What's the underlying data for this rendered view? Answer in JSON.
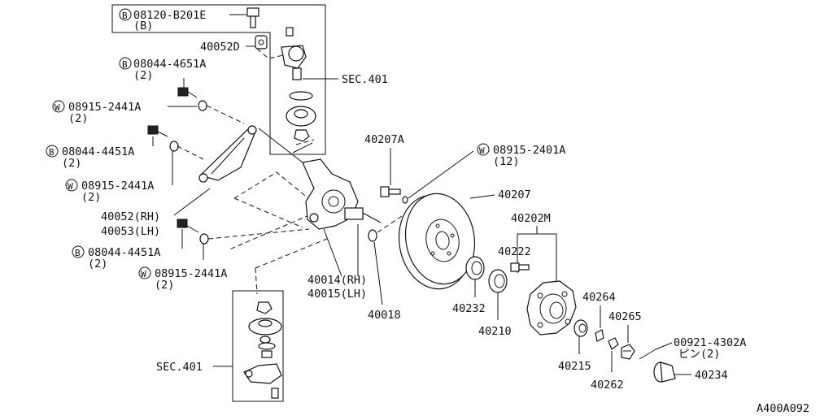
{
  "diagram_code": "A400A092",
  "labels": {
    "bolt_top_code": "08120-B201E",
    "bolt_top_qty": "(B)",
    "tie_rod_stud": "40052D",
    "bolt_1_code": "08044-4651A",
    "bolt_1_qty": "(2)",
    "washer_1_code": "08915-2441A",
    "washer_1_qty": "(2)",
    "bolt_2_code": "08044-4451A",
    "bolt_2_qty": "(2)",
    "washer_2_code": "08915-2441A",
    "washer_2_qty": "(2)",
    "arm_rh": "40052(RH)",
    "arm_lh": "40053(LH)",
    "bolt_3_code": "08044-4451A",
    "bolt_3_qty": "(2)",
    "washer_3_code": "08915-2441A",
    "washer_3_qty": "(2)",
    "sec_top": "SEC.401",
    "sec_bottom": "SEC.401",
    "knuckle_rh": "40014(RH)",
    "knuckle_lh": "40015(LH)",
    "washer_small": "40018",
    "hub_bolt": "40207A",
    "rotor_washer_code": "08915-2401A",
    "rotor_washer_qty": "(12)",
    "rotor": "40207",
    "hub_assy": "40202M",
    "hub_bolt_2": "40222",
    "seal": "40232",
    "bearing": "40210",
    "bearing_outer": "40215",
    "washer_264": "40264",
    "nut_265": "40265",
    "pin_code": "00921-4302A",
    "pin_desc": "ピン(2)",
    "lock_nut": "40262",
    "cap": "40234",
    "badge_b": "B",
    "badge_w": "W"
  }
}
